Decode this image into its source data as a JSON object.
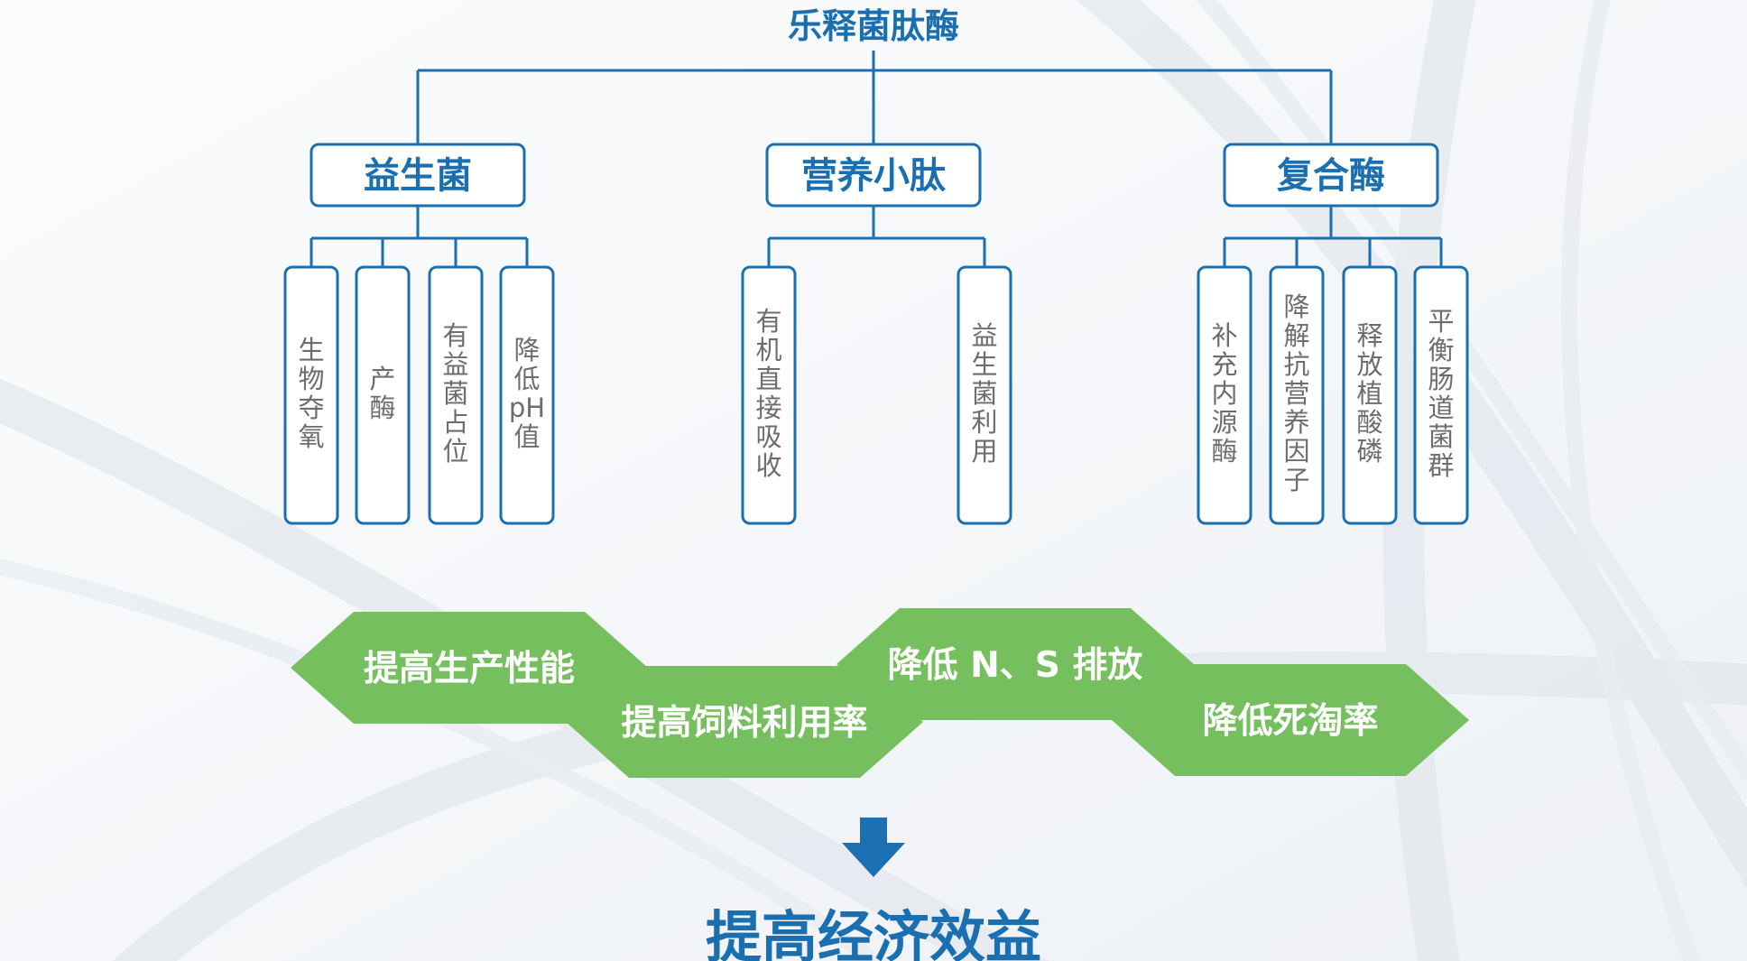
{
  "diagram": {
    "root": "乐释菌肽酶",
    "categories": [
      {
        "label": "益生菌",
        "leaves": [
          "生物夺氧",
          "产酶",
          "有益菌占位",
          "降低pH值"
        ]
      },
      {
        "label": "营养小肽",
        "leaves": [
          "有机直接吸收",
          "益生菌利用"
        ]
      },
      {
        "label": "复合酶",
        "leaves": [
          "补充内源酶",
          "降解抗营养因子",
          "释放植酸磷",
          "平衡肠道菌群"
        ]
      }
    ],
    "benefits": [
      "提高生产性能",
      "提高饲料利用率",
      "降低 N、S 排放",
      "降低死淘率"
    ],
    "conclusion": "提高经济效益"
  },
  "colors": {
    "primary_blue": "#1a6fb0",
    "benefit_green": "#76bf5e",
    "leaf_text_gray": "#6d6d6d"
  },
  "icons": {
    "arrow": "arrow-down-icon"
  }
}
